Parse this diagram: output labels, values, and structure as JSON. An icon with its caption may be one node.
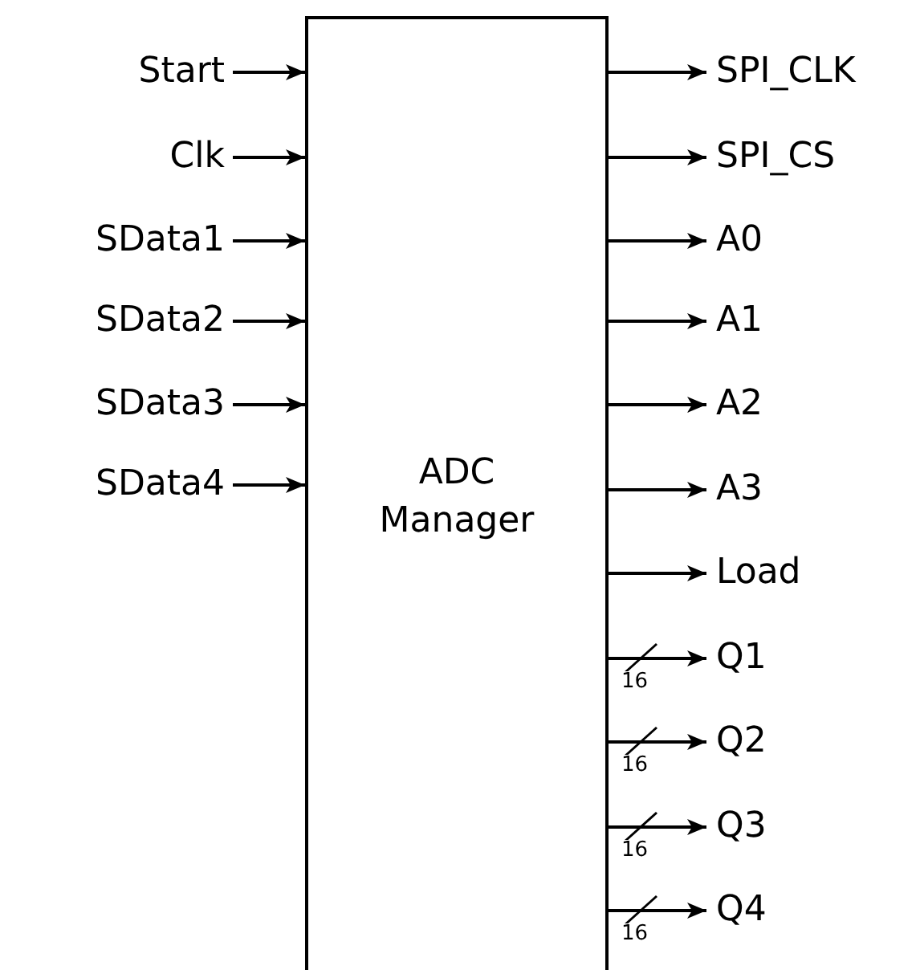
{
  "diagram": {
    "nodes": [
      {
        "text": [
          "ADC Manager"
        ]
      },
      {
        "text": [
          "Start"
        ]
      },
      {
        "text": [
          "Clk"
        ]
      },
      {
        "text": [
          "SData1"
        ]
      },
      {
        "text": [
          "SData2"
        ]
      },
      {
        "text": [
          "SData3"
        ]
      },
      {
        "text": [
          "SData4"
        ]
      },
      {
        "text": [
          "SPI_CLK"
        ]
      },
      {
        "text": [
          "SPI_CS"
        ]
      },
      {
        "text": [
          "A0"
        ]
      },
      {
        "text": [
          "A1"
        ]
      },
      {
        "text": [
          "A2"
        ]
      },
      {
        "text": [
          "A3"
        ]
      },
      {
        "text": [
          "Load"
        ]
      },
      {
        "text": [
          "Q1"
        ]
      },
      {
        "text": [
          "Q2"
        ]
      },
      {
        "text": [
          "Q3"
        ]
      },
      {
        "text": [
          "Q4"
        ]
      }
    ],
    "edges": [
      {
        "from": 1,
        "to": 0,
        "arrow": "to"
      },
      {
        "from": 2,
        "to": 0,
        "arrow": "to"
      },
      {
        "from": 3,
        "to": 0,
        "arrow": "to"
      },
      {
        "from": 4,
        "to": 0,
        "arrow": "to"
      },
      {
        "from": 5,
        "to": 0,
        "arrow": "to"
      },
      {
        "from": 6,
        "to": 0,
        "arrow": "to"
      },
      {
        "from": 0,
        "to": 7,
        "arrow": "to"
      },
      {
        "from": 0,
        "to": 8,
        "arrow": "to"
      },
      {
        "from": 0,
        "to": 9,
        "arrow": "to"
      },
      {
        "from": 0,
        "to": 10,
        "arrow": "to"
      },
      {
        "from": 0,
        "to": 11,
        "arrow": "to"
      },
      {
        "from": 0,
        "to": 12,
        "arrow": "to"
      },
      {
        "from": 0,
        "to": 13,
        "arrow": "to"
      },
      {
        "from": 0,
        "to": 14,
        "arrow": "to",
        "label": "16"
      },
      {
        "from": 0,
        "to": 15,
        "arrow": "to",
        "label": "16"
      },
      {
        "from": 0,
        "to": 16,
        "arrow": "to",
        "label": "16"
      },
      {
        "from": 0,
        "to": 17,
        "arrow": "to",
        "label": "16"
      }
    ]
  }
}
